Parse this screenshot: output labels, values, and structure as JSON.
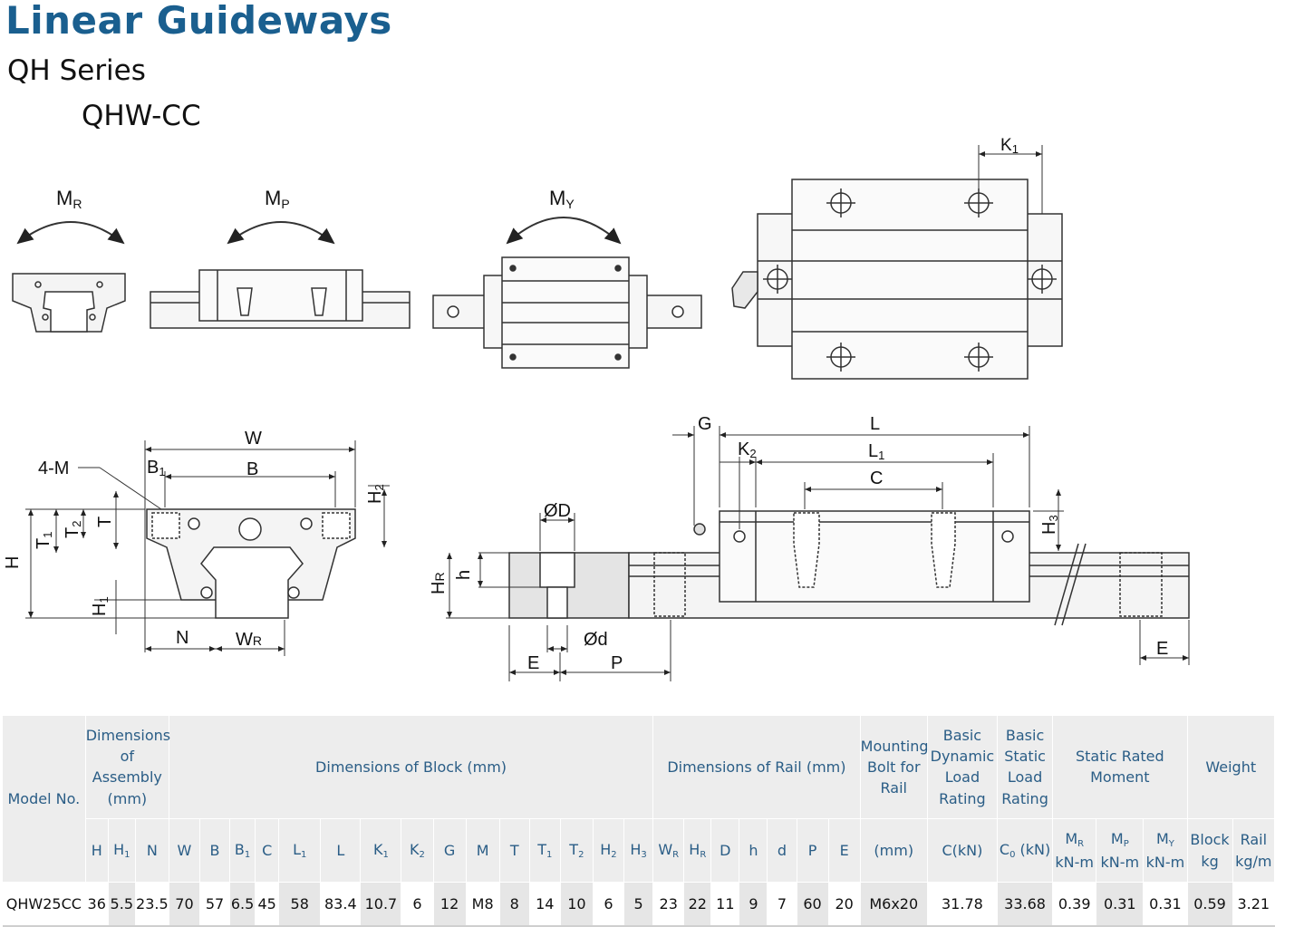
{
  "header": {
    "title": "Linear Guideways",
    "series": "QH Series",
    "model": "QHW-CC"
  },
  "diagram": {
    "moment_labels": [
      "MR",
      "MP",
      "MY"
    ],
    "top_labels": {
      "k1": "K1"
    },
    "front_labels": [
      "W",
      "B1",
      "B",
      "4-M",
      "H2",
      "T1",
      "T2",
      "T",
      "H",
      "H1",
      "N",
      "WR"
    ],
    "side_labels": [
      "G",
      "L",
      "K2",
      "L1",
      "C",
      "H3",
      "ØD",
      "h",
      "HR",
      "Ød",
      "E",
      "P",
      "E"
    ]
  },
  "table": {
    "group_headers": {
      "model_no": "Model No.",
      "assembly": "Dimensions of Assembly (mm)",
      "block": "Dimensions of Block (mm)",
      "rail": "Dimensions of Rail (mm)",
      "bolt": "Mounting Bolt for Rail",
      "dynamic": "Basic Dynamic Load Rating",
      "static": "Basic Static Load Rating",
      "moment": "Static Rated Moment",
      "weight": "Weight"
    },
    "sub_headers": [
      "H",
      "H1",
      "N",
      "W",
      "B",
      "B1",
      "C",
      "L1",
      "L",
      "K1",
      "K2",
      "G",
      "M",
      "T",
      "T1",
      "T2",
      "H2",
      "H3",
      "WR",
      "HR",
      "D",
      "h",
      "d",
      "P",
      "E",
      "(mm)",
      "C(kN)",
      "C0 (kN)"
    ],
    "moment_headers": [
      {
        "name": "MR",
        "unit": "kN-m"
      },
      {
        "name": "MP",
        "unit": "kN-m"
      },
      {
        "name": "MY",
        "unit": "kN-m"
      }
    ],
    "weight_headers": [
      {
        "name": "Block",
        "unit": "kg"
      },
      {
        "name": "Rail",
        "unit": "kg/m"
      }
    ],
    "row": [
      "QHW25CC",
      "36",
      "5.5",
      "23.5",
      "70",
      "57",
      "6.5",
      "45",
      "58",
      "83.4",
      "10.7",
      "6",
      "12",
      "M8",
      "8",
      "14",
      "10",
      "6",
      "5",
      "23",
      "22",
      "11",
      "9",
      "7",
      "60",
      "20",
      "M6x20",
      "31.78",
      "33.68",
      "0.39",
      "0.31",
      "0.31",
      "0.59",
      "3.21"
    ]
  }
}
